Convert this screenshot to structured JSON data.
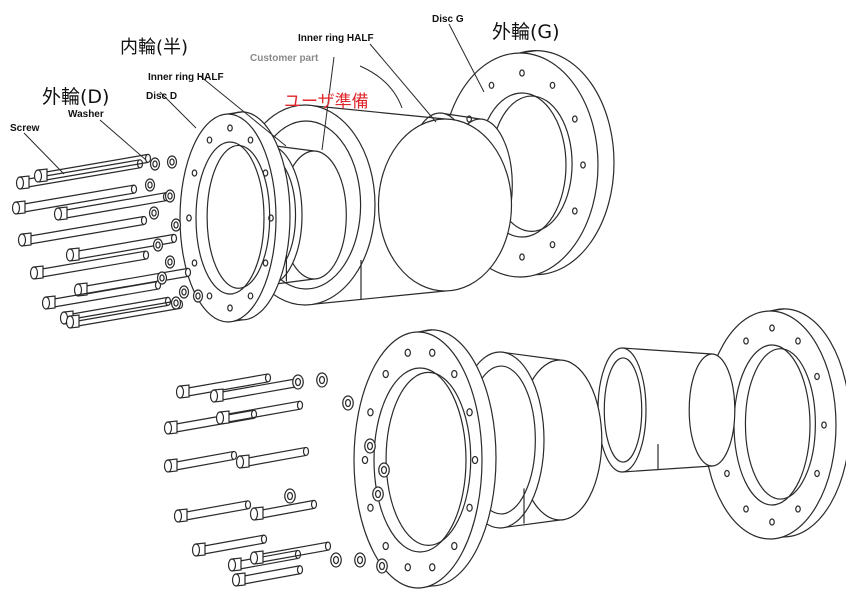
{
  "labels": {
    "outer_ring_d": "外輪(D)",
    "disc_d": "Disc D",
    "inner_half_left_jp": "内輪(半)",
    "inner_ring_half_left": "Inner ring HALF",
    "customer_part": "Customer part",
    "customer_part_jp": "ユーザ準備",
    "inner_ring_half_right": "Inner ring HALF",
    "disc_g": "Disc G",
    "outer_ring_g": "外輪(G)",
    "screw": "Screw",
    "washer": "Washer"
  },
  "colors": {
    "line": "#2a2a2a",
    "customer_label": "#e0262b",
    "customer_part_label": "#8a8a8a",
    "background": "#ffffff"
  }
}
